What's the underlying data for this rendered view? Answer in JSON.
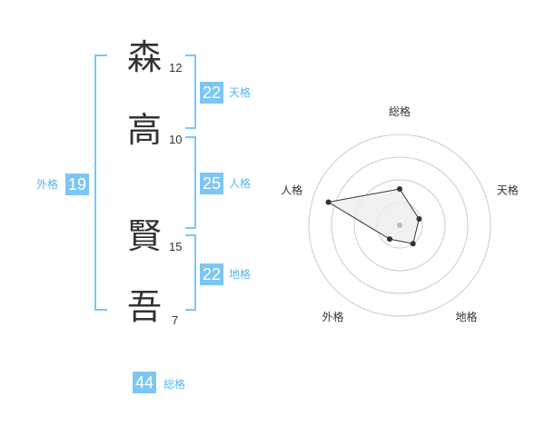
{
  "name": {
    "chars": [
      {
        "char": "森",
        "strokes": "12"
      },
      {
        "char": "高",
        "strokes": "10"
      },
      {
        "char": "賢",
        "strokes": "15"
      },
      {
        "char": "吾",
        "strokes": "7"
      }
    ]
  },
  "fortunes": {
    "tenkaku": {
      "label": "天格",
      "value": "22"
    },
    "jinkaku": {
      "label": "人格",
      "value": "25"
    },
    "chikaku": {
      "label": "地格",
      "value": "22"
    },
    "gaikaku": {
      "label": "外格",
      "value": "19"
    },
    "soukaku": {
      "label": "総格",
      "value": "44"
    }
  },
  "radar": {
    "axes": [
      "総格",
      "天格",
      "地格",
      "外格",
      "人格"
    ],
    "levels": 4,
    "max": 4,
    "values": [
      1.6,
      0.9,
      1.0,
      0.75,
      3.3
    ],
    "colors": {
      "grid": "#cccccc",
      "fill": "#eeeeee",
      "line": "#333333",
      "point": "#333333",
      "center": "#bbbbbb"
    }
  }
}
